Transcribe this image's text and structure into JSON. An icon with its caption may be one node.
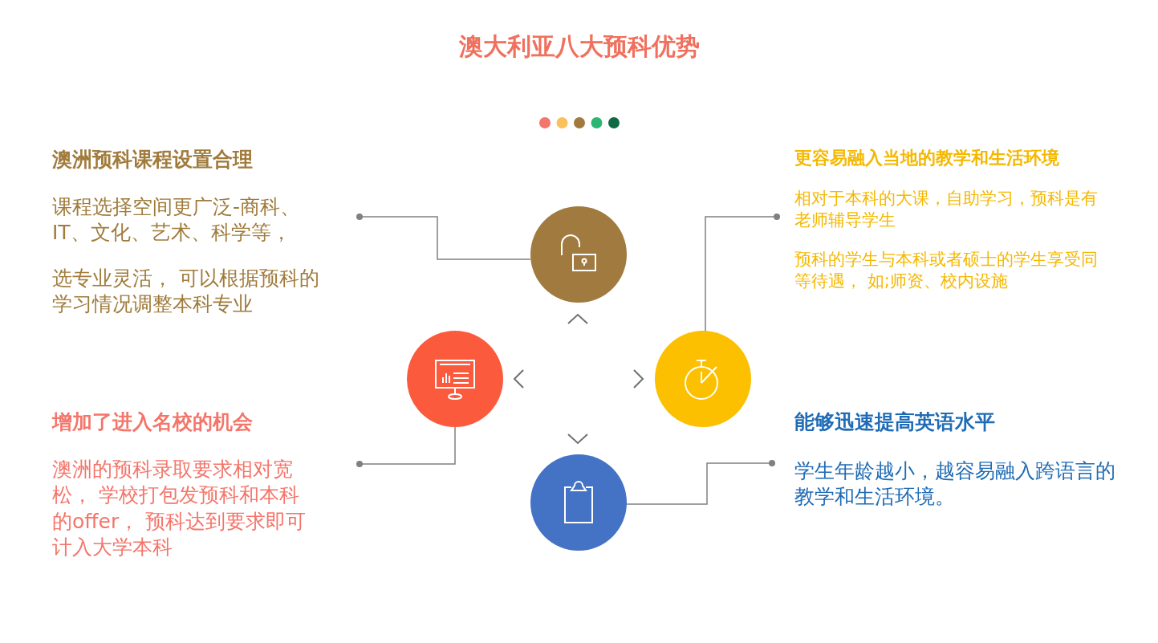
{
  "diagram": {
    "title": "澳大利亚八大预科优势",
    "nodes": [
      {
        "text": [
          "澳洲预科课程设置合理",
          "课程选择空间更广泛-商科、IT、文化、艺术、科学等，",
          "选专业灵活， 可以根据预科的学习情况调整本科专业"
        ]
      },
      {
        "text": [],
        "shape": "circle"
      },
      {
        "text": [
          "更容易融入当地的教学和生活环境",
          "相对于本科的大课，自助学习，预科是有老师辅导学生",
          "预科的学生与本科或者硕士的学生享受同等待遇， 如;师资、校内设施"
        ]
      },
      {
        "text": [],
        "shape": "circle"
      },
      {
        "text": [],
        "shape": "circle"
      },
      {
        "text": [
          "增加了进入名校的机会",
          "澳洲的预科录取要求相对宽松， 学校打包发预科和本科的offer， 预科达到要求即可计入大学本科"
        ]
      },
      {
        "text": [],
        "shape": "circle"
      },
      {
        "text": [
          "能够迅速提高英语水平",
          "学生年龄越小，越容易融入跨语言的教学和生活环境。"
        ]
      }
    ],
    "edges": [
      {
        "from": 1,
        "to": 0,
        "arrow": "other"
      },
      {
        "from": 4,
        "to": 2,
        "arrow": "other"
      },
      {
        "from": 3,
        "to": 5,
        "arrow": "other"
      },
      {
        "from": 6,
        "to": 7,
        "arrow": "other"
      }
    ]
  }
}
